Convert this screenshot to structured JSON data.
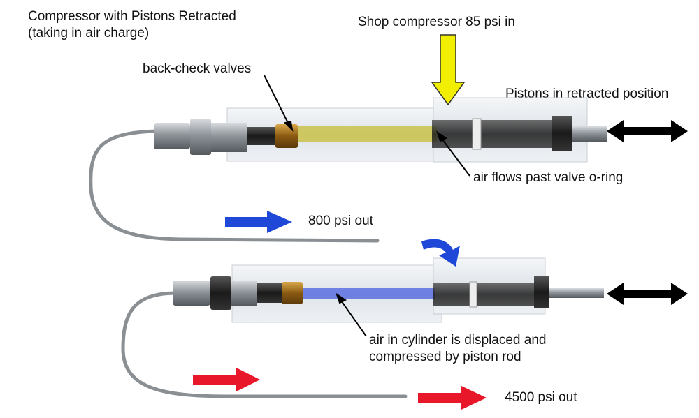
{
  "title": {
    "line1": "Compressor with Pistons Retracted",
    "line2": "(taking in air charge)"
  },
  "labels": {
    "shop_input": "Shop compressor 85 psi in",
    "back_check": "back-check valves",
    "pistons_position": "Pistons in retracted position",
    "air_flow": "air flows past valve o-ring",
    "out_800": "800 psi out",
    "displaced_line1": "air in cylinder is displaced and",
    "displaced_line2": "compressed by piston rod",
    "out_4500": "4500 psi out"
  },
  "colors": {
    "input_arrow": "#f2ee00",
    "low_pressure_arrow": "#1f47d8",
    "high_pressure_arrow": "#e8182a",
    "motion_arrow": "#000000",
    "chamber_fill_top": "#c9c24a",
    "chamber_fill_bottom": "#5a6fe0"
  },
  "icons": {
    "input_arrow": "arrow-down-icon",
    "motion_arrow": "double-arrow-icon",
    "flow_arrow": "arrow-right-icon",
    "transfer_arrow": "curved-arrow-icon"
  }
}
